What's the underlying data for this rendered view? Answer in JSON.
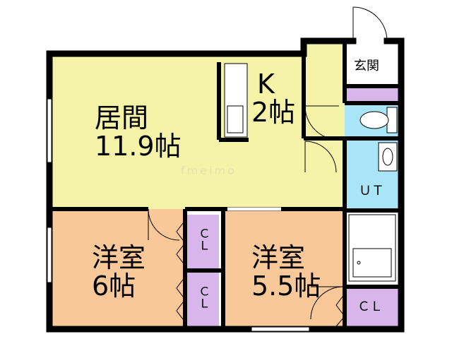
{
  "colors": {
    "living": "#f5f3a7",
    "western": "#f8c898",
    "closet": "#d8b6ec",
    "bath": "#a9e5f7",
    "wall": "#000000"
  },
  "rooms": {
    "living": {
      "name": "居間",
      "size": "11.9帖"
    },
    "kitchen": {
      "name": "K",
      "size": "2帖"
    },
    "entrance": {
      "name": "玄関"
    },
    "utility": {
      "name": "ＵＴ"
    },
    "western_left": {
      "name": "洋室",
      "size": "6帖"
    },
    "western_right": {
      "name": "洋室",
      "size": "5.5帖"
    },
    "closet_upper": {
      "name": "ＣＬ"
    },
    "closet_lower": {
      "name": "ＣＬ"
    },
    "closet_right": {
      "name": "ＣＬ"
    }
  },
  "watermark": "fmeimo"
}
